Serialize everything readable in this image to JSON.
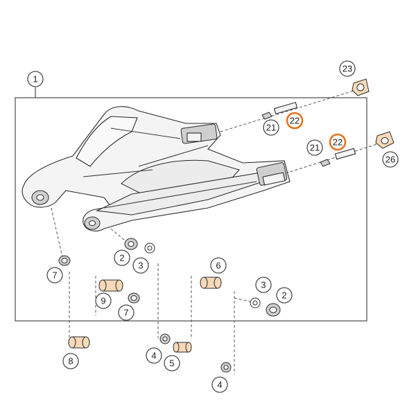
{
  "callouts": [
    {
      "id": "c1",
      "label": "1",
      "highlight": false
    },
    {
      "id": "c23",
      "label": "23",
      "highlight": false
    },
    {
      "id": "c21a",
      "label": "21",
      "highlight": false
    },
    {
      "id": "c22a",
      "label": "22",
      "highlight": true
    },
    {
      "id": "c21b",
      "label": "21",
      "highlight": false
    },
    {
      "id": "c22b",
      "label": "22",
      "highlight": true
    },
    {
      "id": "c26",
      "label": "26",
      "highlight": false
    },
    {
      "id": "c7a",
      "label": "7",
      "highlight": false
    },
    {
      "id": "c2a",
      "label": "2",
      "highlight": false
    },
    {
      "id": "c3a",
      "label": "3",
      "highlight": false
    },
    {
      "id": "c6",
      "label": "6",
      "highlight": false
    },
    {
      "id": "c9",
      "label": "9",
      "highlight": false
    },
    {
      "id": "c7b",
      "label": "7",
      "highlight": false
    },
    {
      "id": "c3b",
      "label": "3",
      "highlight": false
    },
    {
      "id": "c2b",
      "label": "2",
      "highlight": false
    },
    {
      "id": "c8",
      "label": "8",
      "highlight": false
    },
    {
      "id": "c4a",
      "label": "4",
      "highlight": false
    },
    {
      "id": "c5",
      "label": "5",
      "highlight": false
    },
    {
      "id": "c4b",
      "label": "4",
      "highlight": false
    }
  ],
  "colors": {
    "highlight_ring": "#e8711c",
    "line": "#3a3a3a",
    "background": "#ffffff"
  }
}
